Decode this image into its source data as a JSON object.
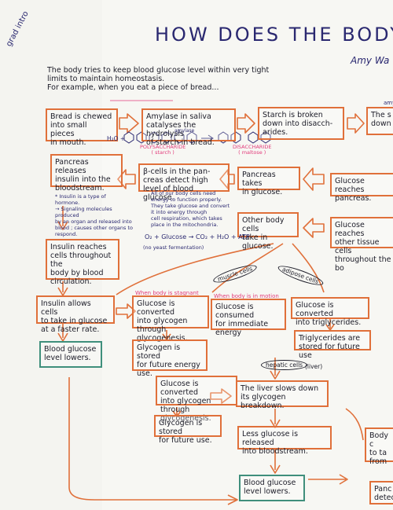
{
  "header": {
    "title": "HOW DOES THE BODY",
    "author": "Amy Wa",
    "side_note": "grad intro"
  },
  "intro": {
    "text": "The body tries to keep blood glucose level within very tight\nlimits to maintain homeostasis.\nFor example, when you eat a piece of bread..."
  },
  "boxes": {
    "b1": "Bread is chewed\ninto small pieces\nin mouth.",
    "b2": "Amylase in saliva\ncatalyses the hydrolysis\nof starch in bread.",
    "b3": "Starch is broken\ndown into disacch-\narides.",
    "b4": "The s\ndown",
    "b5": "Pancreas releases\ninsulin into the\nbloodstream.",
    "b6": "β-cells in the pan-\ncreas detect high\nlevel of blood glucose.",
    "b7": "Pancreas takes\nin glucose.",
    "b8": "Glucose reaches\npancreas.",
    "b9": "Other body cells\ntake in glucose.",
    "b10": "Glucose reaches\nother tissue cells\nthroughout the bo",
    "b11": "Insulin reaches\ncells throughout the\nbody by blood\ncirculation.",
    "b12": "Insulin allows cells\nto take in glucose\nat a faster rate.",
    "b13": "Blood glucose\nlevel lowers.",
    "b14": "Glucose is converted\ninto glycogen through\nglycogenesis.",
    "b15": "Glucose is consumed\nfor immediate\nenergy",
    "b16": "Glucose is converted\ninto triglycerides.",
    "b17": "Glycogen is stored\nfor future energy\nuse.",
    "b18": "Triglycerides are\nstored for future use",
    "b19": "Glucose is converted\ninto glycogen through\nglycogenesis.",
    "b20": "The liver slows down\nits glycogen breakdown.",
    "b21": "Glycogen is stored\nfor future use.",
    "b22": "Less glucose is released\ninto bloodstream.",
    "b23": "Blood glucose\nlevel lowers.",
    "b24": "Body c\nto ta\nfrom",
    "b25": "Panc\ndetec"
  },
  "labels": {
    "polysaccharide": "POLYSACCHARIDE\n( starch )",
    "disaccharide": "DISACCHARIDE\n( maltose )",
    "amylase": "amylase",
    "h2o": "H₂O +",
    "insulin_note": "* Insulin is a type of\nhormone.\n   → Signaling molecules produced\nby an organ and released into\nblood ; causes other organs to\nrespond.",
    "energy_note": "All of our body cells need\nenergy to function properly.\nThey take glucose and convert\nit into energy through\ncell respiration, which takes\nplace in the mitochondria.",
    "equation": "O₂ + Glucose → CO₂ + H₂O + ATP",
    "yeast": "(no yeast fermentation)",
    "stagnant": "When body is stagnant",
    "motion": "When body is in motion",
    "muscle": "muscle cells",
    "adipose": "adipose cells",
    "hepatic": "hepatic cells",
    "liver": "(liver)",
    "top_right_fragment": "amy"
  },
  "colors": {
    "box_border": "#e0703a",
    "box_border_green": "#3f8f7c",
    "title_ink": "#2a2870",
    "highlight": "#e23a7a"
  }
}
